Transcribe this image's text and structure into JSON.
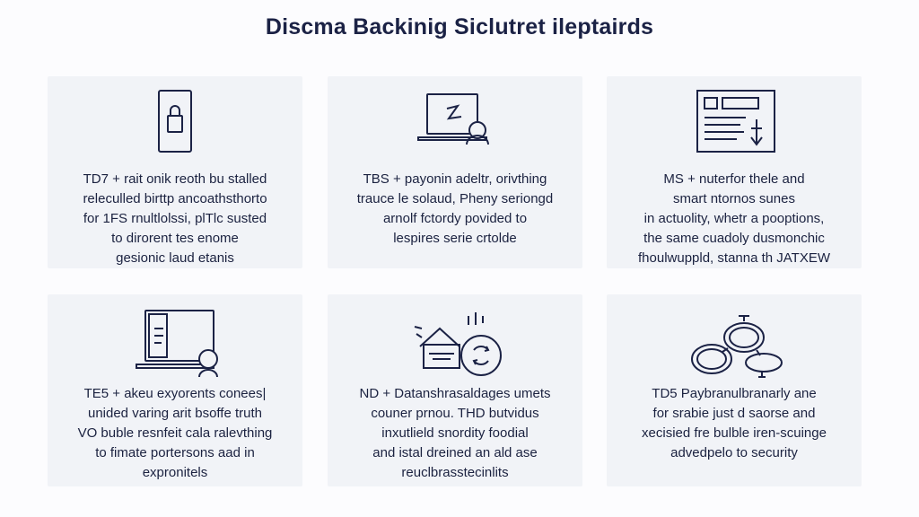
{
  "title": "Discma Backinig Siclutret ileptairds",
  "colors": {
    "background": "#fcfcfe",
    "card": "#f1f3f7",
    "text": "#1b2240",
    "icon_stroke": "#1b2245"
  },
  "cards": [
    {
      "icon": "padlock-icon",
      "lines": [
        "TD7 + rait onik reoth bu stalled",
        "relecu​lled birttp ancoathsthorto",
        "for 1FS rnultlolssi, plTlc susted",
        "to dirorent tes enome",
        "gesionic laud etanis"
      ]
    },
    {
      "icon": "laptop-user-icon",
      "lines": [
        "TBS + payonin adeltr, orivthing",
        "trauce le solaud, Pheny seriongd",
        "arnolf fctordy povided to",
        "lespires serie crtolde"
      ]
    },
    {
      "icon": "document-icon",
      "lines": [
        "MS + nuterfor thele and",
        "smart ntornos sunes",
        "in actuolity, whetr a pooptions,",
        "the same cuadoly dusmonchic",
        "fhoulwuppld, stanna th JATXEW"
      ]
    },
    {
      "icon": "laptop-user-icon",
      "lines": [
        "TE5 + akeu exyorents conees|",
        "unided varing arit bsoffe truth",
        "VO buble resnfeit cala ralevthing",
        "to fimate portersons aad in",
        "expronitels"
      ]
    },
    {
      "icon": "box-sync-icon",
      "lines": [
        "ND + Datanshrasaldages umets",
        "couner prnou. THD butvidus",
        "inxutlield snordity foodial",
        "and istal dreined an ald ase",
        "reuclbrasstecinlits"
      ]
    },
    {
      "icon": "cloud-network-icon",
      "lines": [
        "TD5 Paybranulbranarly ane",
        "for srabie just d saorse and",
        "xecisied fre bulble iren-scuinge",
        "advedpelo to security"
      ]
    }
  ]
}
